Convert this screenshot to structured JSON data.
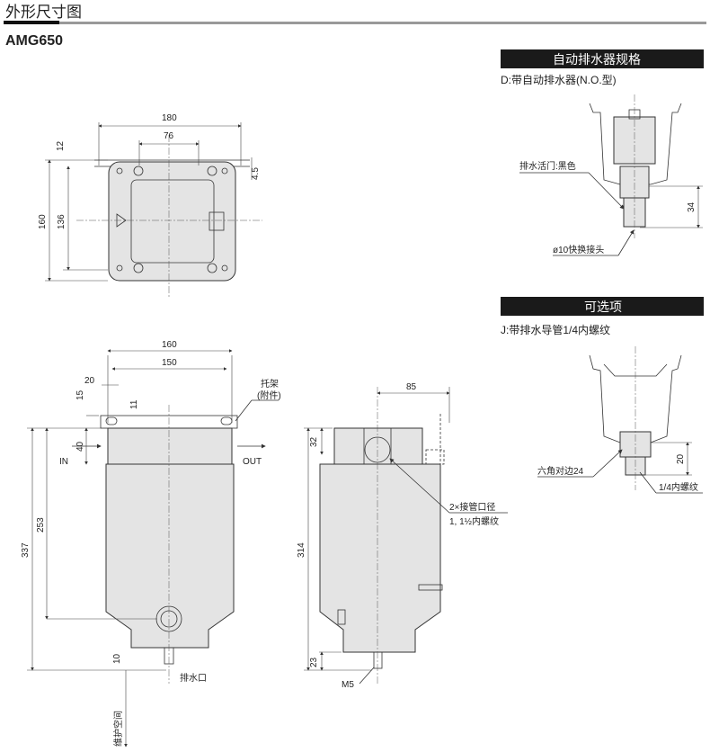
{
  "section_title": "外形尺寸图",
  "model": "AMG650",
  "top_view": {
    "d180": "180",
    "d76": "76",
    "d12": "12",
    "d4_5": "4.5",
    "d160": "160",
    "d136": "136"
  },
  "front_view": {
    "d160": "160",
    "d150": "150",
    "d20": "20",
    "d15": "15",
    "d11": "11",
    "d40": "40",
    "in": "IN",
    "out": "OUT",
    "bracket": "托架",
    "bracket_note": "(附件)",
    "d253": "253",
    "d337": "337",
    "d10": "10",
    "drain": "排水口",
    "maintenance": "维护空间"
  },
  "side_view": {
    "d85": "85",
    "d32": "32",
    "d314": "314",
    "d23": "23",
    "m5": "M5",
    "port_label": "2×接管口径",
    "port_thread": "1, 1½内螺纹"
  },
  "auto_drain": {
    "header": "自动排水器规格",
    "subtitle": "D:带自动排水器(N.O.型)",
    "valve_label": "排水活门:黑色",
    "fitting_label": "ø10快换接头",
    "d34": "34"
  },
  "option": {
    "header": "可选项",
    "subtitle": "J:带排水导管1/4内螺纹",
    "hex_label": "六角对边24",
    "thread_label": "1/4内螺纹",
    "d20": "20"
  }
}
